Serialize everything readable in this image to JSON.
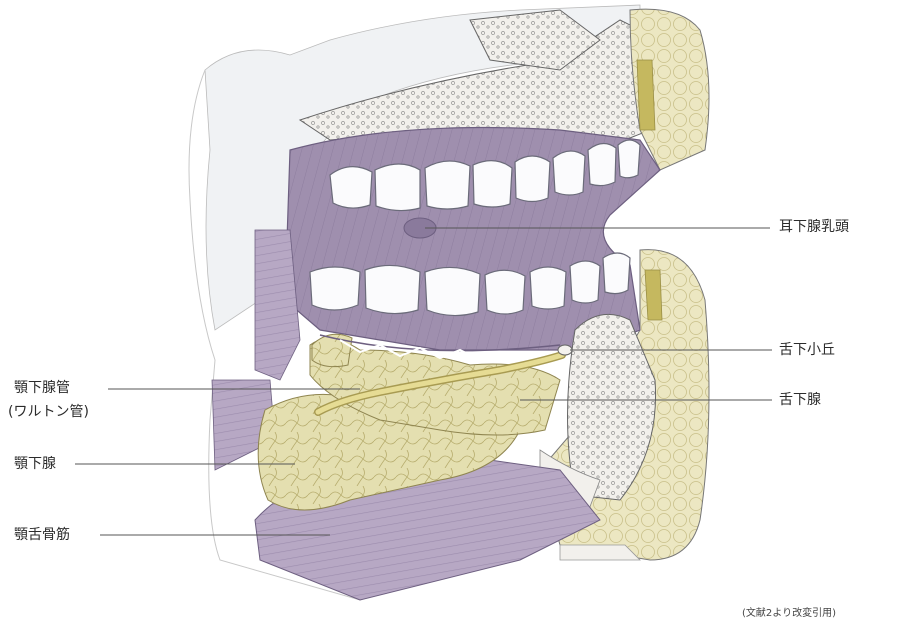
{
  "diagram": {
    "labels": {
      "parotid_papilla": "耳下腺乳頭",
      "sublingual_caruncle": "舌下小丘",
      "sublingual_gland": "舌下腺",
      "submandibular_duct": "顎下腺管",
      "wharton_duct": "(ワルトン管)",
      "submandibular_gland": "顎下腺",
      "mylohyoid_muscle": "顎舌骨筋"
    },
    "source_note": "(文献2より改変引用)"
  },
  "colors": {
    "mucosa": "#9f8fae",
    "mucosa_dark": "#8a7a9c",
    "gland": "#e4dfb0",
    "gland_outline": "#b7ad6e",
    "duct": "#cfc37a",
    "muscle": "#b3a4c0",
    "fat": "#ece7c2",
    "bone": "#f2f0ec",
    "tooth": "#fbfbfd",
    "line": "#555555"
  }
}
